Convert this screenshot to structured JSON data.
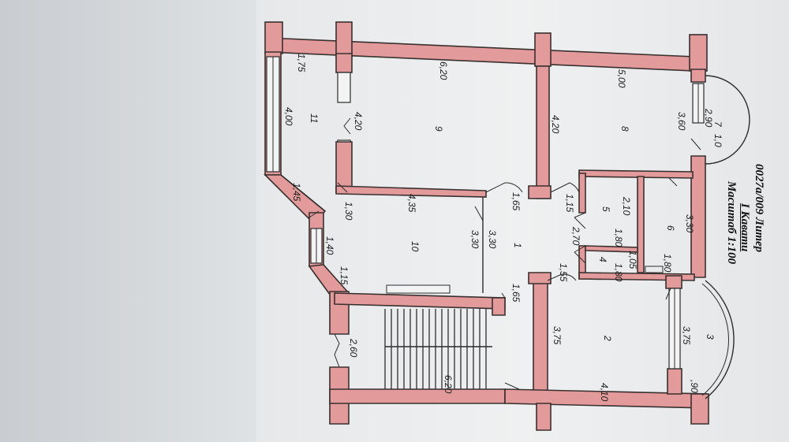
{
  "header": {
    "code": "0027а/009  Литер",
    "floor": "I   Кавати",
    "scale": "Масштаб 1:100"
  },
  "rooms": [
    "1",
    "2",
    "3",
    "4",
    "5",
    "6",
    "7",
    "8",
    "9",
    "10",
    "11"
  ],
  "dimensions": {
    "d_1_75": "1,75",
    "d_6_20_top": "6,20",
    "d_5_00": "5,00",
    "d_4_00": "4,00",
    "d_4_20_r9": "4,20",
    "d_4_20_r8": "4,20",
    "d_2_90": "2,90",
    "d_3_60": "3,60",
    "d_1_0": "1,0",
    "d_1_45": "1,45",
    "d_4_35": "4,35",
    "d_1_65_a": "1,65",
    "d_1_15_a": "1,15",
    "d_2_10": "2,10",
    "d_3_30_r6": "3,30",
    "d_1_30": "1,30",
    "d_2_70": "2,70",
    "d_1_80_a": "1,80",
    "d_3_30_a": "3,30",
    "d_3_30_b": "3,30",
    "d_1_40": "1,40",
    "d_1_05": "1,05",
    "d_1_80_b": "1,80",
    "d_1_80_c": "1,80",
    "d_1_15_b": "1,15",
    "d_1_55": "1,55",
    "d_1_65_b": "1,65",
    "d_3_75_a": "3,75",
    "d_3_75_b": "3,75",
    "d_2_60": "2,60",
    "d_6_20_bottom": "6,20",
    "d_4_10": "4,10",
    "d_90": ",90"
  },
  "colors": {
    "wall_fill": "#e39a9a",
    "line": "#2c2c2c",
    "paper": "#eef0f1"
  }
}
